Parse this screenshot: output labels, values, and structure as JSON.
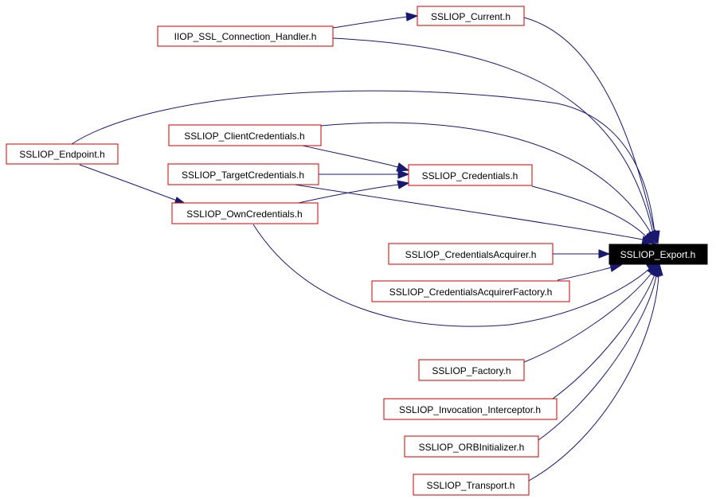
{
  "diagram": {
    "nodes": [
      {
        "id": "current",
        "label": "SSLIOP_Current.h"
      },
      {
        "id": "iiop_ssl",
        "label": "IIOP_SSL_Connection_Handler.h"
      },
      {
        "id": "endpoint",
        "label": "SSLIOP_Endpoint.h"
      },
      {
        "id": "client_cred",
        "label": "SSLIOP_ClientCredentials.h"
      },
      {
        "id": "target_cred",
        "label": "SSLIOP_TargetCredentials.h"
      },
      {
        "id": "credentials",
        "label": "SSLIOP_Credentials.h"
      },
      {
        "id": "own_cred",
        "label": "SSLIOP_OwnCredentials.h"
      },
      {
        "id": "cred_acq",
        "label": "SSLIOP_CredentialsAcquirer.h"
      },
      {
        "id": "export",
        "label": "SSLIOP_Export.h",
        "highlighted": true
      },
      {
        "id": "cred_acq_factory",
        "label": "SSLIOP_CredentialsAcquirerFactory.h"
      },
      {
        "id": "factory",
        "label": "SSLIOP_Factory.h"
      },
      {
        "id": "inv_interceptor",
        "label": "SSLIOP_Invocation_Interceptor.h"
      },
      {
        "id": "orb_init",
        "label": "SSLIOP_ORBInitializer.h"
      },
      {
        "id": "transport",
        "label": "SSLIOP_Transport.h"
      }
    ],
    "edges": [
      {
        "from": "iiop_ssl",
        "to": "current"
      },
      {
        "from": "current",
        "to": "export"
      },
      {
        "from": "iiop_ssl",
        "to": "export"
      },
      {
        "from": "endpoint",
        "to": "export"
      },
      {
        "from": "client_cred",
        "to": "export"
      },
      {
        "from": "endpoint",
        "to": "own_cred"
      },
      {
        "from": "client_cred",
        "to": "credentials"
      },
      {
        "from": "target_cred",
        "to": "credentials"
      },
      {
        "from": "own_cred",
        "to": "credentials"
      },
      {
        "from": "credentials",
        "to": "export"
      },
      {
        "from": "target_cred",
        "to": "export"
      },
      {
        "from": "own_cred",
        "to": "export"
      },
      {
        "from": "cred_acq",
        "to": "export"
      },
      {
        "from": "cred_acq_factory",
        "to": "export"
      },
      {
        "from": "factory",
        "to": "export"
      },
      {
        "from": "inv_interceptor",
        "to": "export"
      },
      {
        "from": "orb_init",
        "to": "export"
      },
      {
        "from": "transport",
        "to": "export"
      }
    ],
    "colors": {
      "node_border": "#cc0000",
      "edge": "#191970",
      "highlight_fill": "#000000",
      "highlight_text": "#ffffff"
    }
  }
}
